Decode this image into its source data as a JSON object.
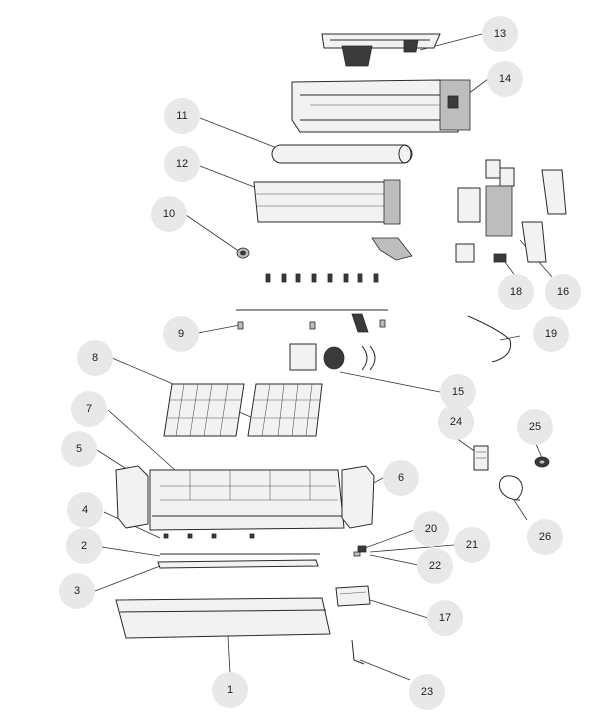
{
  "callouts": [
    {
      "id": "1",
      "label": "1"
    },
    {
      "id": "2",
      "label": "2"
    },
    {
      "id": "3",
      "label": "3"
    },
    {
      "id": "4",
      "label": "4"
    },
    {
      "id": "5",
      "label": "5"
    },
    {
      "id": "6",
      "label": "6"
    },
    {
      "id": "7",
      "label": "7"
    },
    {
      "id": "8",
      "label": "8"
    },
    {
      "id": "9",
      "label": "9"
    },
    {
      "id": "10",
      "label": "10"
    },
    {
      "id": "11",
      "label": "11"
    },
    {
      "id": "12",
      "label": "12"
    },
    {
      "id": "13",
      "label": "13"
    },
    {
      "id": "14",
      "label": "14"
    },
    {
      "id": "15",
      "label": "15"
    },
    {
      "id": "16",
      "label": "16"
    },
    {
      "id": "17",
      "label": "17"
    },
    {
      "id": "18",
      "label": "18"
    },
    {
      "id": "19",
      "label": "19"
    },
    {
      "id": "20",
      "label": "20"
    },
    {
      "id": "21",
      "label": "21"
    },
    {
      "id": "22",
      "label": "22"
    },
    {
      "id": "23",
      "label": "23"
    },
    {
      "id": "24",
      "label": "24"
    },
    {
      "id": "25",
      "label": "25"
    },
    {
      "id": "26",
      "label": "26"
    }
  ],
  "colors": {
    "callout_fill": "#e8e8e8",
    "line": "#2a2a2a"
  }
}
